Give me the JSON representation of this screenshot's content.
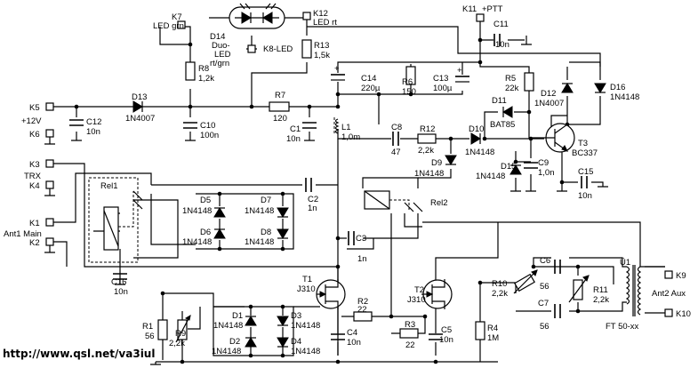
{
  "terminals": {
    "k7": "K7",
    "k7_name": "LED grn",
    "k12": "K12",
    "k12_name": "LED rt",
    "k8": "K8-LED",
    "k11": "K11",
    "k11_name": "+PTT",
    "k5": "K5",
    "k5_name": "+12V",
    "k6": "K6",
    "k3": "K3",
    "k3_name": "TRX",
    "k4": "K4",
    "k1": "K1",
    "k1_name": "Ant1 Main",
    "k2": "K2",
    "k9": "K9",
    "k10": "K10",
    "ant2": "Ant2 Aux"
  },
  "components": {
    "d14_ref": "D14",
    "d14_v1": "Duo-",
    "d14_v2": "LED",
    "d14_v3": "rt/grn",
    "r8_ref": "R8",
    "r8_val": "1,2k",
    "r13_ref": "R13",
    "r13_val": "1,5k",
    "c11_ref": "C11",
    "c11_val": "10n",
    "c14_ref": "C14",
    "c14_val": "220µ",
    "r6_ref": "R6",
    "r6_val": "150",
    "c13_ref": "C13",
    "c13_val": "100µ",
    "r5_ref": "R5",
    "r5_val": "22k",
    "d12_ref": "D12",
    "d12_val": "1N4007",
    "d16_ref": "D16",
    "d16_val": "1N4148",
    "d13_ref": "D13",
    "d13_val": "1N4007",
    "c12_ref": "C12",
    "c12_val": "10n",
    "c10_ref": "C10",
    "c10_val": "100n",
    "r7_ref": "R7",
    "r7_val": "120",
    "c1_ref": "C1",
    "c1_val": "10n",
    "l1_ref": "L1",
    "l1_val": "1,0m",
    "c8_ref": "C8",
    "c8_val": "47",
    "r12_ref": "R12",
    "r12_val": "2,2k",
    "d11_ref": "D11",
    "d11_val": "BAT85",
    "d10_ref": "D10",
    "d10_val": "1N4148",
    "t3_ref": "T3",
    "t3_val": "BC337",
    "d9_ref": "D9",
    "d9_val": "1N4148",
    "d15_ref": "D15",
    "d15_val": "1N4148",
    "c9_ref": "C9",
    "c9_val": "1,0n",
    "c15_ref": "C15",
    "c15_val": "10n",
    "rel1_ref": "Rel1",
    "rel2_ref": "Rel2",
    "d5_ref": "D5",
    "d5_val": "1N4148",
    "d7_ref": "D7",
    "d7_val": "1N4148",
    "d6_ref": "D6",
    "d6_val": "1N4148",
    "d8_ref": "D8",
    "d8_val": "1N4148",
    "c2_ref": "C2",
    "c2_val": "1n",
    "c3_ref": "C3",
    "c3_val": "1n",
    "c16_ref": "C16",
    "c16_val": "10n",
    "t1_ref": "T1",
    "t1_val": "J310",
    "t2_ref": "T2",
    "t2_val": "J310",
    "r2_ref": "R2",
    "r2_val": "22",
    "r3_ref": "R3",
    "r3_val": "22",
    "c4_ref": "C4",
    "c4_val": "10n",
    "c5_ref": "C5",
    "c5_val": "10n",
    "r4_ref": "R4",
    "r4_val": "1M",
    "r10_ref": "R10",
    "r10_val": "2,2k",
    "c6_ref": "C6",
    "c6_val": "56",
    "c7_ref": "C7",
    "c7_val": "56",
    "r11_ref": "R11",
    "r11_val": "2,2k",
    "u1_ref": "Ü1",
    "u1_val": "FT 50-xx",
    "r1_ref": "R1",
    "r1_val": "56",
    "r9_ref": "R9",
    "r9_val": "2,2k",
    "d1_ref": "D1",
    "d1_val": "1N4148",
    "d2_ref": "D2",
    "d2_val": "1N4148",
    "d3_ref": "D3",
    "d3_val": "1N4148",
    "d4_ref": "D4",
    "d4_val": "1N4148"
  },
  "footer": {
    "url": "http://www.qsl.net/va3iul"
  }
}
